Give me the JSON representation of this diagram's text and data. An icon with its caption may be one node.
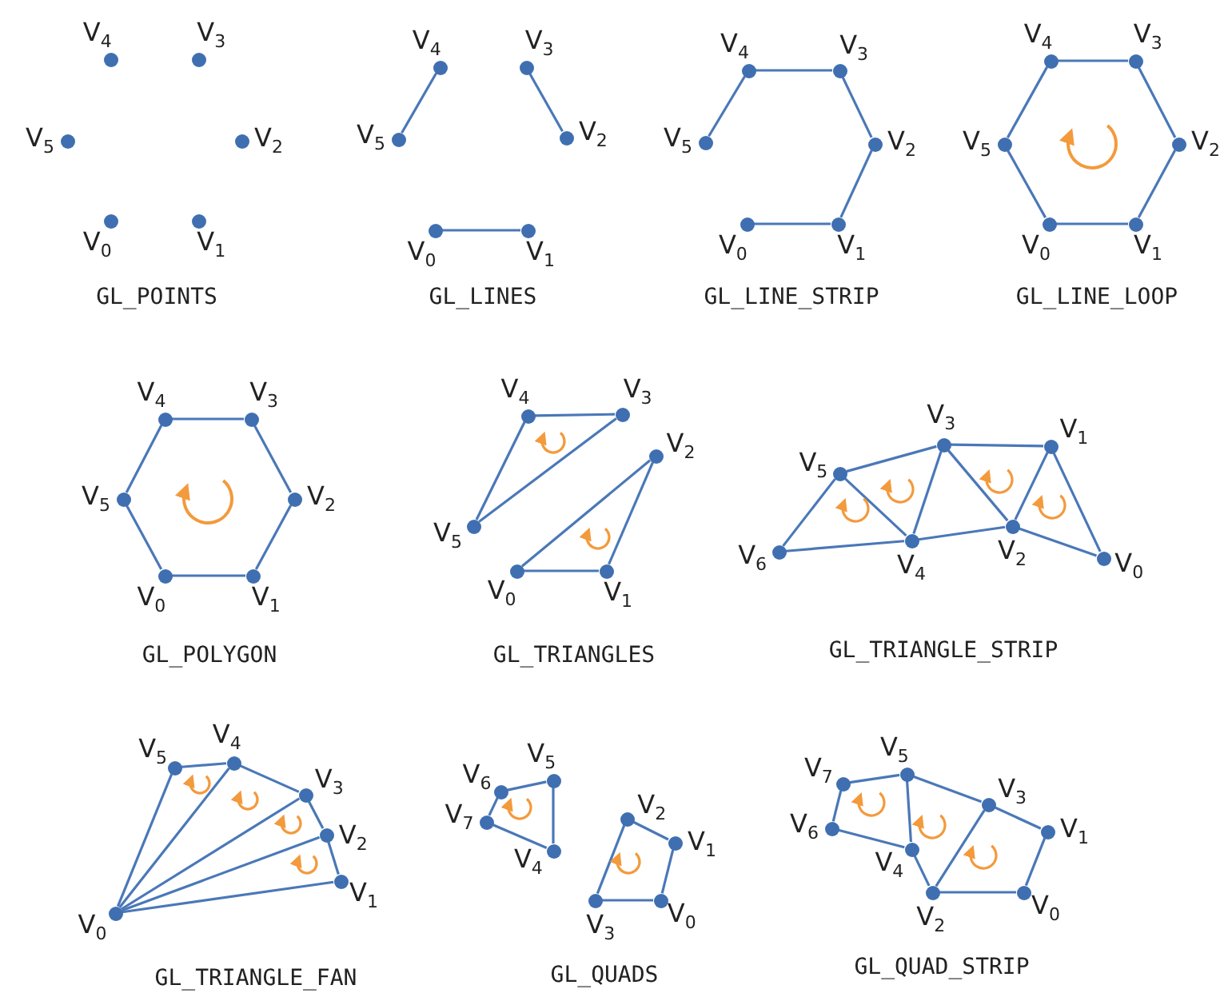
{
  "diagram": {
    "nodes": [
      {
        "text": [],
        "shape": "circle",
        "beside": [
          "V$_{0}$"
        ]
      },
      {
        "text": [],
        "shape": "circle",
        "beside": [
          "V$_{1}$"
        ]
      },
      {
        "text": [],
        "shape": "circle",
        "beside": [
          "V$_{2}$"
        ]
      },
      {
        "text": [],
        "shape": "circle",
        "beside": [
          "V$_{3}$"
        ]
      },
      {
        "text": [],
        "shape": "circle",
        "beside": [
          "V$_{4}$"
        ]
      },
      {
        "text": [],
        "shape": "circle",
        "beside": [
          "V$_{5}$"
        ]
      },
      {
        "text": [],
        "shape": "circle",
        "beside": [
          "V$_{0}$"
        ]
      },
      {
        "text": [],
        "shape": "circle",
        "beside": [
          "V$_{1}$"
        ]
      },
      {
        "text": [],
        "shape": "circle",
        "beside": [
          "V$_{2}$"
        ]
      },
      {
        "text": [],
        "shape": "circle",
        "beside": [
          "V$_{3}$"
        ]
      },
      {
        "text": [],
        "shape": "circle",
        "beside": [
          "V$_{4}$"
        ]
      },
      {
        "text": [],
        "shape": "circle",
        "beside": [
          "V$_{5}$"
        ]
      },
      {
        "text": [],
        "shape": "circle",
        "beside": [
          "V$_{0}$"
        ]
      },
      {
        "text": [],
        "shape": "circle",
        "beside": [
          "V$_{1}$"
        ]
      },
      {
        "text": [],
        "shape": "circle",
        "beside": [
          "V$_{2}$"
        ]
      },
      {
        "text": [],
        "shape": "circle",
        "beside": [
          "V$_{3}$"
        ]
      },
      {
        "text": [],
        "shape": "circle",
        "beside": [
          "V$_{4}$"
        ]
      },
      {
        "text": [],
        "shape": "circle",
        "beside": [
          "V$_{5}$"
        ]
      },
      {
        "text": [],
        "shape": "circle",
        "beside": [
          "V$_{0}$"
        ]
      },
      {
        "text": [],
        "shape": "circle",
        "beside": [
          "V$_{1}$"
        ]
      },
      {
        "text": [],
        "shape": "circle",
        "beside": [
          "V$_{2}$"
        ]
      },
      {
        "text": [],
        "shape": "circle",
        "beside": [
          "V$_{3}$"
        ]
      },
      {
        "text": [],
        "shape": "circle",
        "beside": [
          "V$_{4}$"
        ]
      },
      {
        "text": [],
        "shape": "circle",
        "beside": [
          "V$_{5}$"
        ]
      },
      {
        "text": [],
        "shape": "circle",
        "beside": [
          "V$_{0}$"
        ]
      },
      {
        "text": [],
        "shape": "circle",
        "beside": [
          "V$_{1}$"
        ]
      },
      {
        "text": [],
        "shape": "circle",
        "beside": [
          "V$_{2}$"
        ]
      },
      {
        "text": [],
        "shape": "circle",
        "beside": [
          "V$_{3}$"
        ]
      },
      {
        "text": [],
        "shape": "circle",
        "beside": [
          "V$_{4}$"
        ]
      },
      {
        "text": [],
        "shape": "circle",
        "beside": [
          "V$_{5}$"
        ]
      },
      {
        "text": [],
        "shape": "circle",
        "beside": [
          "V$_{0}$"
        ]
      },
      {
        "text": [],
        "shape": "circle",
        "beside": [
          "V$_{1}$"
        ]
      },
      {
        "text": [],
        "shape": "circle",
        "beside": [
          "V$_{2}$"
        ]
      },
      {
        "text": [],
        "shape": "circle",
        "beside": [
          "V$_{3}$"
        ]
      },
      {
        "text": [],
        "shape": "circle",
        "beside": [
          "V$_{4}$"
        ]
      },
      {
        "text": [],
        "shape": "circle",
        "beside": [
          "V$_{5}$"
        ]
      },
      {
        "text": [],
        "shape": "circle",
        "beside": [
          "V$_{0}$"
        ]
      },
      {
        "text": [],
        "shape": "circle",
        "beside": [
          "V$_{1}$"
        ]
      },
      {
        "text": [],
        "shape": "circle",
        "beside": [
          "V$_{2}$"
        ]
      },
      {
        "text": [],
        "shape": "circle",
        "beside": [
          "V$_{3}$"
        ]
      },
      {
        "text": [],
        "shape": "circle",
        "beside": [
          "V$_{4}$"
        ]
      },
      {
        "text": [],
        "shape": "circle",
        "beside": [
          "V$_{5}$"
        ]
      },
      {
        "text": [],
        "shape": "circle",
        "beside": [
          "V$_{6}$"
        ]
      },
      {
        "text": [],
        "shape": "circle",
        "beside": [
          "V$_{0}$"
        ]
      },
      {
        "text": [],
        "shape": "circle",
        "beside": [
          "V$_{1}$"
        ]
      },
      {
        "text": [],
        "shape": "circle",
        "beside": [
          "V$_{2}$"
        ]
      },
      {
        "text": [],
        "shape": "circle",
        "beside": [
          "V$_{3}$"
        ]
      },
      {
        "text": [],
        "shape": "circle",
        "beside": [
          "V$_{4}$"
        ]
      },
      {
        "text": [],
        "shape": "circle",
        "beside": [
          "V$_{5}$"
        ]
      },
      {
        "text": [],
        "shape": "circle",
        "beside": [
          "V$_{0}$"
        ]
      },
      {
        "text": [],
        "shape": "circle",
        "beside": [
          "V$_{1}$"
        ]
      },
      {
        "text": [],
        "shape": "circle",
        "beside": [
          "V$_{2}$"
        ]
      },
      {
        "text": [],
        "shape": "circle",
        "beside": [
          "V$_{3}$"
        ]
      },
      {
        "text": [],
        "shape": "circle",
        "beside": [
          "V$_{4}$"
        ]
      },
      {
        "text": [],
        "shape": "circle",
        "beside": [
          "V$_{5}$"
        ]
      },
      {
        "text": [],
        "shape": "circle",
        "beside": [
          "V$_{6}$"
        ]
      },
      {
        "text": [],
        "shape": "circle",
        "beside": [
          "V$_{7}$"
        ]
      },
      {
        "text": [],
        "shape": "circle",
        "beside": [
          "V$_{0}$"
        ]
      },
      {
        "text": [],
        "shape": "circle",
        "beside": [
          "V$_{1}$"
        ]
      },
      {
        "text": [],
        "shape": "circle",
        "beside": [
          "V$_{2}$"
        ]
      },
      {
        "text": [],
        "shape": "circle",
        "beside": [
          "V$_{3}$"
        ]
      },
      {
        "text": [],
        "shape": "circle",
        "beside": [
          "V$_{4}$"
        ]
      },
      {
        "text": [],
        "shape": "circle",
        "beside": [
          "V$_{5}$"
        ]
      },
      {
        "text": [],
        "shape": "circle",
        "beside": [
          "V$_{6}$"
        ]
      },
      {
        "text": [],
        "shape": "circle",
        "beside": [
          "V$_{7}$"
        ]
      }
    ],
    "edges": [
      {
        "from": 6,
        "to": 7,
        "arrow": "none"
      },
      {
        "from": 8,
        "to": 9,
        "arrow": "none"
      },
      {
        "from": 10,
        "to": 11,
        "arrow": "none"
      },
      {
        "from": 12,
        "to": 13,
        "arrow": "none"
      },
      {
        "from": 13,
        "to": 14,
        "arrow": "none"
      },
      {
        "from": 14,
        "to": 15,
        "arrow": "none"
      },
      {
        "from": 15,
        "to": 16,
        "arrow": "none"
      },
      {
        "from": 16,
        "to": 17,
        "arrow": "none"
      },
      {
        "from": 18,
        "to": 19,
        "arrow": "none"
      },
      {
        "from": 19,
        "to": 20,
        "arrow": "none"
      },
      {
        "from": 20,
        "to": 21,
        "arrow": "none"
      },
      {
        "from": 21,
        "to": 22,
        "arrow": "none"
      },
      {
        "from": 22,
        "to": 23,
        "arrow": "none"
      },
      {
        "from": 23,
        "to": 18,
        "arrow": "none"
      },
      {
        "from": 24,
        "to": 25,
        "arrow": "none"
      },
      {
        "from": 25,
        "to": 26,
        "arrow": "none"
      },
      {
        "from": 26,
        "to": 27,
        "arrow": "none"
      },
      {
        "from": 27,
        "to": 28,
        "arrow": "none"
      },
      {
        "from": 28,
        "to": 29,
        "arrow": "none"
      },
      {
        "from": 29,
        "to": 24,
        "arrow": "none"
      },
      {
        "from": 30,
        "to": 31,
        "arrow": "none"
      },
      {
        "from": 31,
        "to": 32,
        "arrow": "none"
      },
      {
        "from": 32,
        "to": 30,
        "arrow": "none"
      },
      {
        "from": 33,
        "to": 34,
        "arrow": "none"
      },
      {
        "from": 34,
        "to": 35,
        "arrow": "none"
      },
      {
        "from": 35,
        "to": 33,
        "arrow": "none"
      },
      {
        "from": 36,
        "to": 37,
        "arrow": "none"
      },
      {
        "from": 36,
        "to": 38,
        "arrow": "none"
      },
      {
        "from": 37,
        "to": 38,
        "arrow": "none"
      },
      {
        "from": 37,
        "to": 39,
        "arrow": "none"
      },
      {
        "from": 38,
        "to": 39,
        "arrow": "none"
      },
      {
        "from": 38,
        "to": 40,
        "arrow": "none"
      },
      {
        "from": 39,
        "to": 40,
        "arrow": "none"
      },
      {
        "from": 39,
        "to": 41,
        "arrow": "none"
      },
      {
        "from": 40,
        "to": 41,
        "arrow": "none"
      },
      {
        "from": 40,
        "to": 42,
        "arrow": "none"
      },
      {
        "from": 41,
        "to": 42,
        "arrow": "none"
      },
      {
        "from": 43,
        "to": 44,
        "arrow": "none"
      },
      {
        "from": 43,
        "to": 45,
        "arrow": "none"
      },
      {
        "from": 43,
        "to": 46,
        "arrow": "none"
      },
      {
        "from": 43,
        "to": 47,
        "arrow": "none"
      },
      {
        "from": 43,
        "to": 48,
        "arrow": "none"
      },
      {
        "from": 44,
        "to": 45,
        "arrow": "none"
      },
      {
        "from": 45,
        "to": 46,
        "arrow": "none"
      },
      {
        "from": 46,
        "to": 47,
        "arrow": "none"
      },
      {
        "from": 47,
        "to": 48,
        "arrow": "none"
      },
      {
        "from": 49,
        "to": 50,
        "arrow": "none"
      },
      {
        "from": 50,
        "to": 51,
        "arrow": "none"
      },
      {
        "from": 51,
        "to": 52,
        "arrow": "none"
      },
      {
        "from": 52,
        "to": 49,
        "arrow": "none"
      },
      {
        "from": 53,
        "to": 54,
        "arrow": "none"
      },
      {
        "from": 54,
        "to": 55,
        "arrow": "none"
      },
      {
        "from": 55,
        "to": 56,
        "arrow": "none"
      },
      {
        "from": 56,
        "to": 53,
        "arrow": "none"
      },
      {
        "from": 57,
        "to": 58,
        "arrow": "none"
      },
      {
        "from": 58,
        "to": 60,
        "arrow": "none"
      },
      {
        "from": 60,
        "to": 62,
        "arrow": "none"
      },
      {
        "from": 62,
        "to": 64,
        "arrow": "none"
      },
      {
        "from": 64,
        "to": 63,
        "arrow": "none"
      },
      {
        "from": 63,
        "to": 61,
        "arrow": "none"
      },
      {
        "from": 61,
        "to": 59,
        "arrow": "none"
      },
      {
        "from": 59,
        "to": 57,
        "arrow": "none"
      },
      {
        "from": 59,
        "to": 60,
        "arrow": "none"
      },
      {
        "from": 61,
        "to": 62,
        "arrow": "none"
      }
    ],
    "labels": [
      "GL_POINTS",
      "GL_LINES",
      "GL_LINE_STRIP",
      "GL_LINE_LOOP",
      "GL_POLYGON",
      "GL_TRIANGLES",
      "GL_TRIANGLE_STRIP",
      "GL_TRIANGLE_FAN",
      "GL_QUADS",
      "GL_QUAD_STRIP"
    ]
  }
}
